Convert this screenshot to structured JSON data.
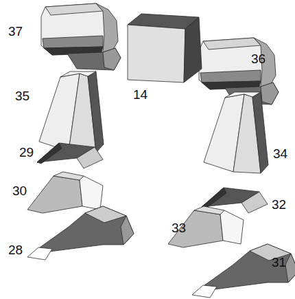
{
  "diagram": {
    "labels": [
      "37",
      "14",
      "36",
      "35",
      "34",
      "29",
      "30",
      "32",
      "28",
      "33",
      "31"
    ]
  }
}
